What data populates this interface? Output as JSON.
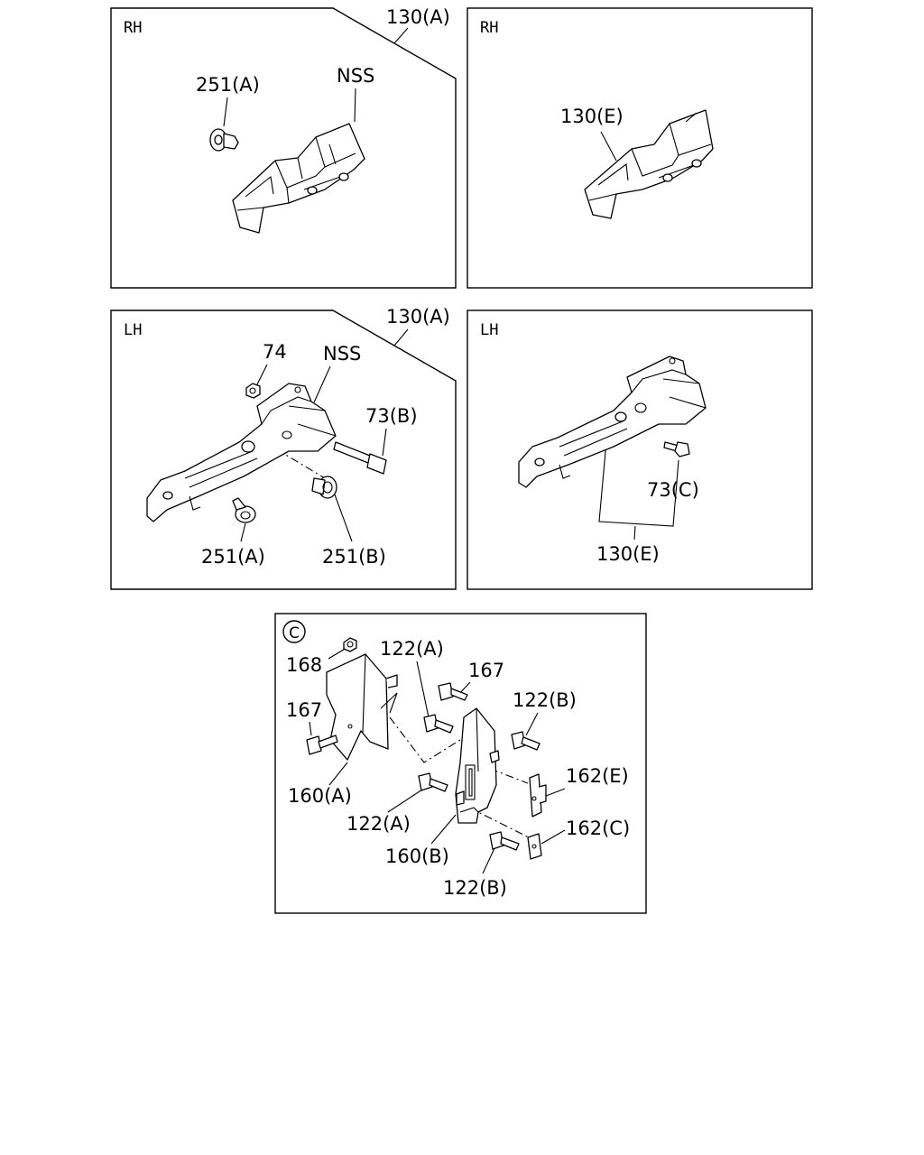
{
  "panels": {
    "rh_a": {
      "side": "RH",
      "ref": "130(A)",
      "labels": {
        "clip": "251(A)",
        "nss": "NSS"
      }
    },
    "rh_e": {
      "side": "RH",
      "labels": {
        "bracket": "130(E)"
      }
    },
    "lh_a": {
      "side": "LH",
      "ref": "130(A)",
      "labels": {
        "nut": "74",
        "nss": "NSS",
        "bolt": "73(B)",
        "clip_a": "251(A)",
        "clip_b": "251(B)"
      }
    },
    "lh_e": {
      "side": "LH",
      "labels": {
        "bolt": "73(C)",
        "bracket": "130(E)"
      }
    },
    "detail_c": {
      "badge": "C",
      "labels": {
        "p168": "168",
        "p122a_top": "122(A)",
        "p167_right": "167",
        "p167_left": "167",
        "p122b_top": "122(B)",
        "p162e": "162(E)",
        "p160a": "160(A)",
        "p122a_bottom": "122(A)",
        "p162c": "162(C)",
        "p160b": "160(B)",
        "p122b_bottom": "122(B)"
      }
    }
  }
}
